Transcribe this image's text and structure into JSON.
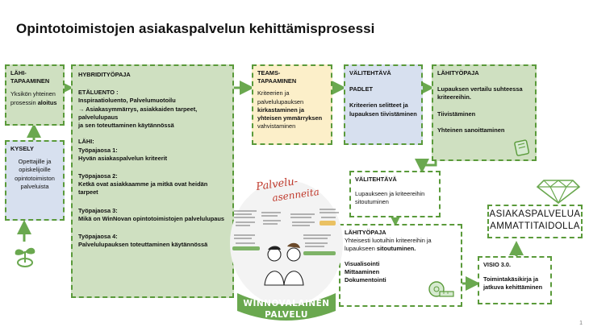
{
  "title": "Opintotoimistojen asiakaspalvelun kehittämisprosessi",
  "colors": {
    "border": "#5a9a3a",
    "green": "#cfe0c1",
    "yellow": "#fcefc9",
    "blue": "#d7e0ef"
  },
  "boxes": {
    "lahitapaaminen": {
      "heading_1": "LÄHI-",
      "heading_2": "TAPAAMINEN",
      "text_1": "Yksikön yhteinen",
      "text_2": "prosessin ",
      "text_bold": "aloitus"
    },
    "kysely": {
      "heading": "KYSELY",
      "lines": [
        "Opettajille ja",
        "opiskelijoille",
        "opintotoimiston",
        "palveluista"
      ]
    },
    "hybridi": {
      "heading": "HYBRIDITYÖPAJA",
      "etaluento_heading": "ETÄLUENTO :",
      "etaluento_1": "Inspiraatioluento, Palvelumuotoilu",
      "etaluento_2": "→ Asiakasymmärrys, asiakkaiden tarpeet, palvelulupaus",
      "etaluento_3": "ja sen toteuttaminen käytännössä",
      "lahi_heading": "LÄHI:",
      "tp1_title": "Työpajaosa 1:",
      "tp1_text": "Hyvän asiakaspalvelun kriteerit",
      "tp2_title": "Työpajaosa 2:",
      "tp2_text": "Ketkä ovat asiakkaamme ja mitkä ovat heidän tarpeet",
      "tp3_title": "Työpajaosa 3:",
      "tp3_text": "Mikä on WinNovan opintotoimistojen palvelulupaus",
      "tp4_title": "Työpajaosa 4:",
      "tp4_text": "Palvelulupauksen toteuttaminen käytännössä"
    },
    "teams": {
      "heading_1": "TEAMS-",
      "heading_2": "TAPAAMINEN",
      "line_1": "Kriteerien ja",
      "line_2": "palvelulupauksen",
      "line_3_bold": "kirkastaminen ja",
      "line_4_bold": "yhteisen ymmärryksen",
      "line_5": "vahvistaminen"
    },
    "valitehtava1": {
      "heading": "VÄLITEHTÄVÄ",
      "subheading": "PADLET",
      "line_1": "Kriteerien selitteet ja",
      "line_2": "lupauksen tiivistäminen"
    },
    "lahityopaja1": {
      "heading": "LÄHITYÖPAJA",
      "line_1": "Lupauksen vertailu suhteessa",
      "line_2": "kriteereihin.",
      "line_3": "Tiivistäminen",
      "line_4": "Yhteinen sanoittaminen"
    },
    "valitehtava2": {
      "heading": "VÄLITEHTÄVÄ",
      "line_1": "Lupaukseen ja kriteereihin",
      "line_2": "sitoutuminen"
    },
    "lahityopaja2": {
      "heading": "LÄHITYÖPAJA",
      "line_1": "Yhteisesti luotuihin kriteereihin ja",
      "line_2a": "lupaukseen ",
      "line_2b": "sitoutuminen.",
      "line_3": "Visualisointi",
      "line_4": "Mittaaminen",
      "line_5": "Dokumentointi"
    },
    "visio": {
      "heading": "VISIO 3.0.",
      "line_1": "Toimintakäsikirja ja",
      "line_2": "jatkuva kehittäminen"
    }
  },
  "target": {
    "line_1": "ASIAKASPALVELUA",
    "line_2": "AMMATTITAIDOLLA"
  },
  "sketch": {
    "title_1": "Palvelu-",
    "title_2": "asenneita",
    "banner_1": "WINNOVALAINEN",
    "banner_2": "PALVELU"
  },
  "page_number": "1"
}
